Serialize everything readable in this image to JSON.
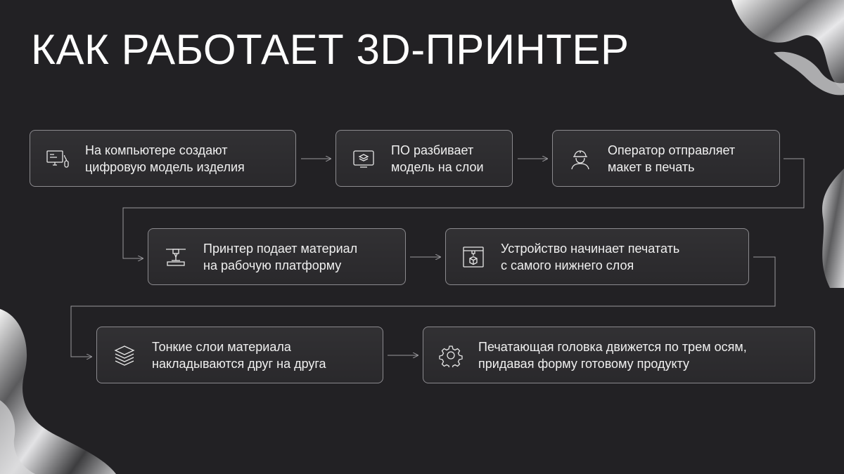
{
  "title": "КАК РАБОТАЕТ 3D-ПРИНТЕР",
  "steps": [
    {
      "label": "На компьютере создают\nцифровую модель изделия",
      "icon": "computer-icon"
    },
    {
      "label": "ПО разбивает\nмодель на слои",
      "icon": "layers-monitor-icon"
    },
    {
      "label": "Оператор отправляет\nмакет в печать",
      "icon": "worker-helmet-icon"
    },
    {
      "label": "Принтер подает материал\nна рабочую платформу",
      "icon": "nozzle-platform-icon"
    },
    {
      "label": "Устройство начинает печатать\nс самого нижнего слоя",
      "icon": "printer-cube-icon"
    },
    {
      "label": "Тонкие слои материала\nнакладываются друг на друга",
      "icon": "stacked-layers-icon"
    },
    {
      "label": "Печатающая головка движется по трем осям,\nпридавая форму готовому продукту",
      "icon": "gear-icon"
    }
  ],
  "colors": {
    "background": "#222124",
    "card_border": "#8b8a8e",
    "text": "#f0f0f0",
    "connector": "#9a999d"
  }
}
